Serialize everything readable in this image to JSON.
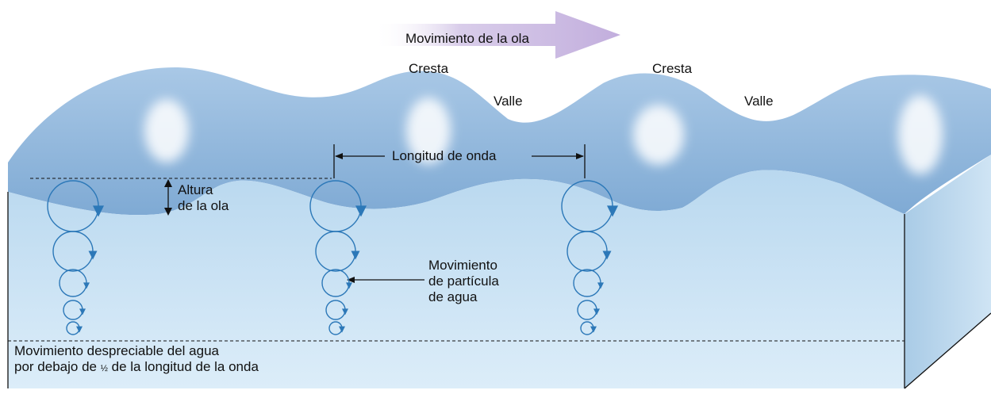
{
  "direction_label": "Movimiento de la ola",
  "crest_label": "Cresta",
  "trough_label": "Valle",
  "wavelength_label": "Longitud de onda",
  "wave_height_label": [
    "Altura",
    "de la ola"
  ],
  "particle_motion_label": [
    "Movimiento",
    "de partícula",
    "de agua"
  ],
  "negligible_motion_label": {
    "line1": "Movimiento despreciable del agua",
    "line2_before": "por debajo de",
    "line2_fraction": "½",
    "line2_after": "de la longitud de la onda"
  },
  "colors": {
    "arrow": "#c9b7df",
    "wave_surface": "#8fb6dc",
    "water_top": "#bcd9ef",
    "water_bottom": "#d9ecf8",
    "orbit": "#2c78b8"
  }
}
